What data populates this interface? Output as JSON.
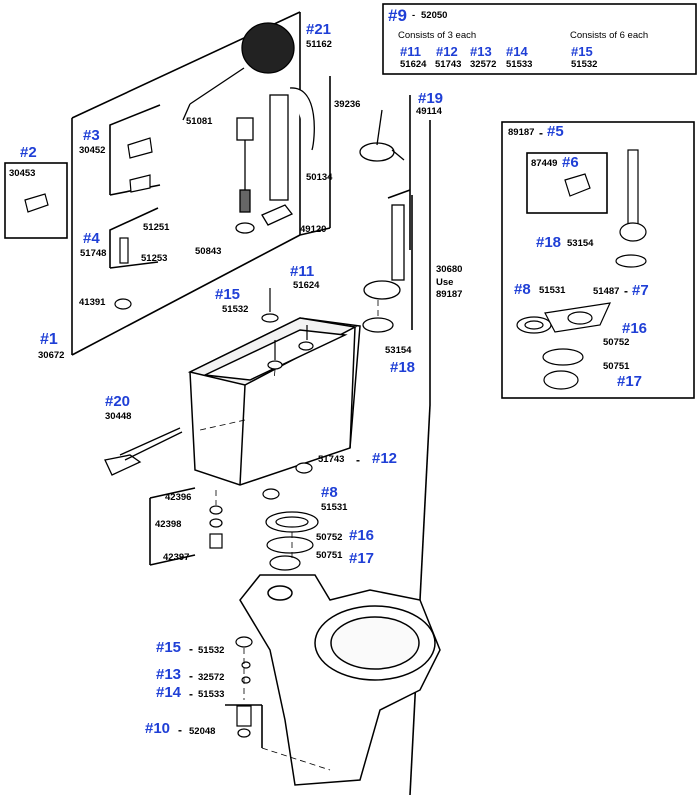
{
  "kit9": {
    "tag": "#9",
    "dash": "-",
    "part": "52050",
    "group_a_title": "Consists of 3 each",
    "group_b_title": "Consists of 6 each",
    "items": [
      {
        "tag": "#11",
        "part": "51624"
      },
      {
        "tag": "#12",
        "part": "51743"
      },
      {
        "tag": "#13",
        "part": "32572"
      },
      {
        "tag": "#14",
        "part": "51533"
      },
      {
        "tag": "#15",
        "part": "51532"
      }
    ]
  },
  "callouts": {
    "c21": {
      "tag": "#21",
      "part": "51162"
    },
    "c19": {
      "tag": "#19",
      "part": "49114"
    },
    "c3": {
      "tag": "#3",
      "part": "30452"
    },
    "c2": {
      "tag": "#2",
      "part": "30453"
    },
    "c4": {
      "tag": "#4",
      "part": "51748"
    },
    "c1": {
      "tag": "#1",
      "part": "30672"
    },
    "c11": {
      "tag": "#11",
      "part": "51624"
    },
    "c15t": {
      "tag": "#15",
      "part": "51532"
    },
    "c20": {
      "tag": "#20",
      "part": "30448"
    },
    "c12": {
      "tag": "#12",
      "part": "51743",
      "dash": "-"
    },
    "c8": {
      "tag": "#8",
      "part": "51531"
    },
    "c16": {
      "tag": "#16",
      "part": "50752"
    },
    "c17": {
      "tag": "#17",
      "part": "50751"
    },
    "c18": {
      "tag": "#18",
      "part": "53154"
    },
    "c15b": {
      "tag": "#15",
      "part": "51532",
      "dash": "-"
    },
    "c13b": {
      "tag": "#13",
      "part": "32572",
      "dash": "-"
    },
    "c14b": {
      "tag": "#14",
      "part": "51533",
      "dash": "-"
    },
    "c10": {
      "tag": "#10",
      "part": "52048",
      "dash": "-"
    }
  },
  "parts": {
    "p51081": "51081",
    "p39236": "39236",
    "p50134": "50134",
    "p49120": "49120",
    "p50843": "50843",
    "p51251": "51251",
    "p51253": "51253",
    "p41391": "41391",
    "p42396": "42396",
    "p42398": "42398",
    "p42397": "42397",
    "p30680": "30680",
    "use": "Use",
    "p89187": "89187"
  },
  "kit5": {
    "part": "89187",
    "dash": "-",
    "tag": "#5",
    "c6": {
      "part": "87449",
      "tag": "#6"
    },
    "c18": {
      "tag": "#18",
      "part": "53154"
    },
    "c8": {
      "tag": "#8",
      "part": "51531"
    },
    "c7": {
      "part": "51487",
      "dash": "-",
      "tag": "#7"
    },
    "c16": {
      "tag": "#16",
      "part": "50752"
    },
    "c17": {
      "part": "50751",
      "tag": "#17"
    }
  }
}
